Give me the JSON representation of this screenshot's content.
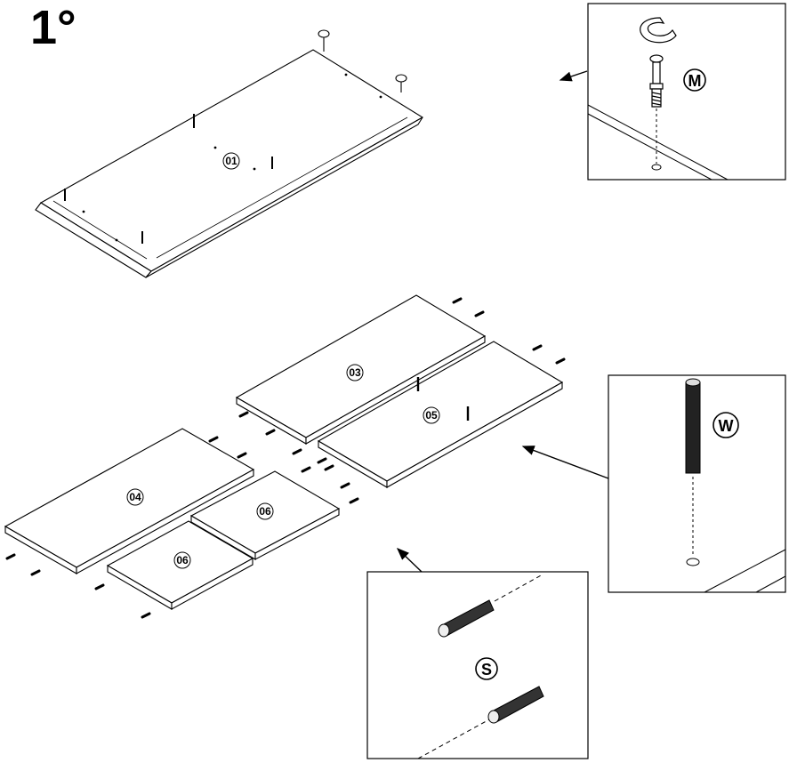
{
  "step": "1°",
  "panels": {
    "top": "01",
    "shelf_a": "03",
    "shelf_b": "05",
    "side": "04",
    "small_a": "06",
    "small_b": "06"
  },
  "details": {
    "cam": "M",
    "pin": "W",
    "dowel": "S"
  }
}
